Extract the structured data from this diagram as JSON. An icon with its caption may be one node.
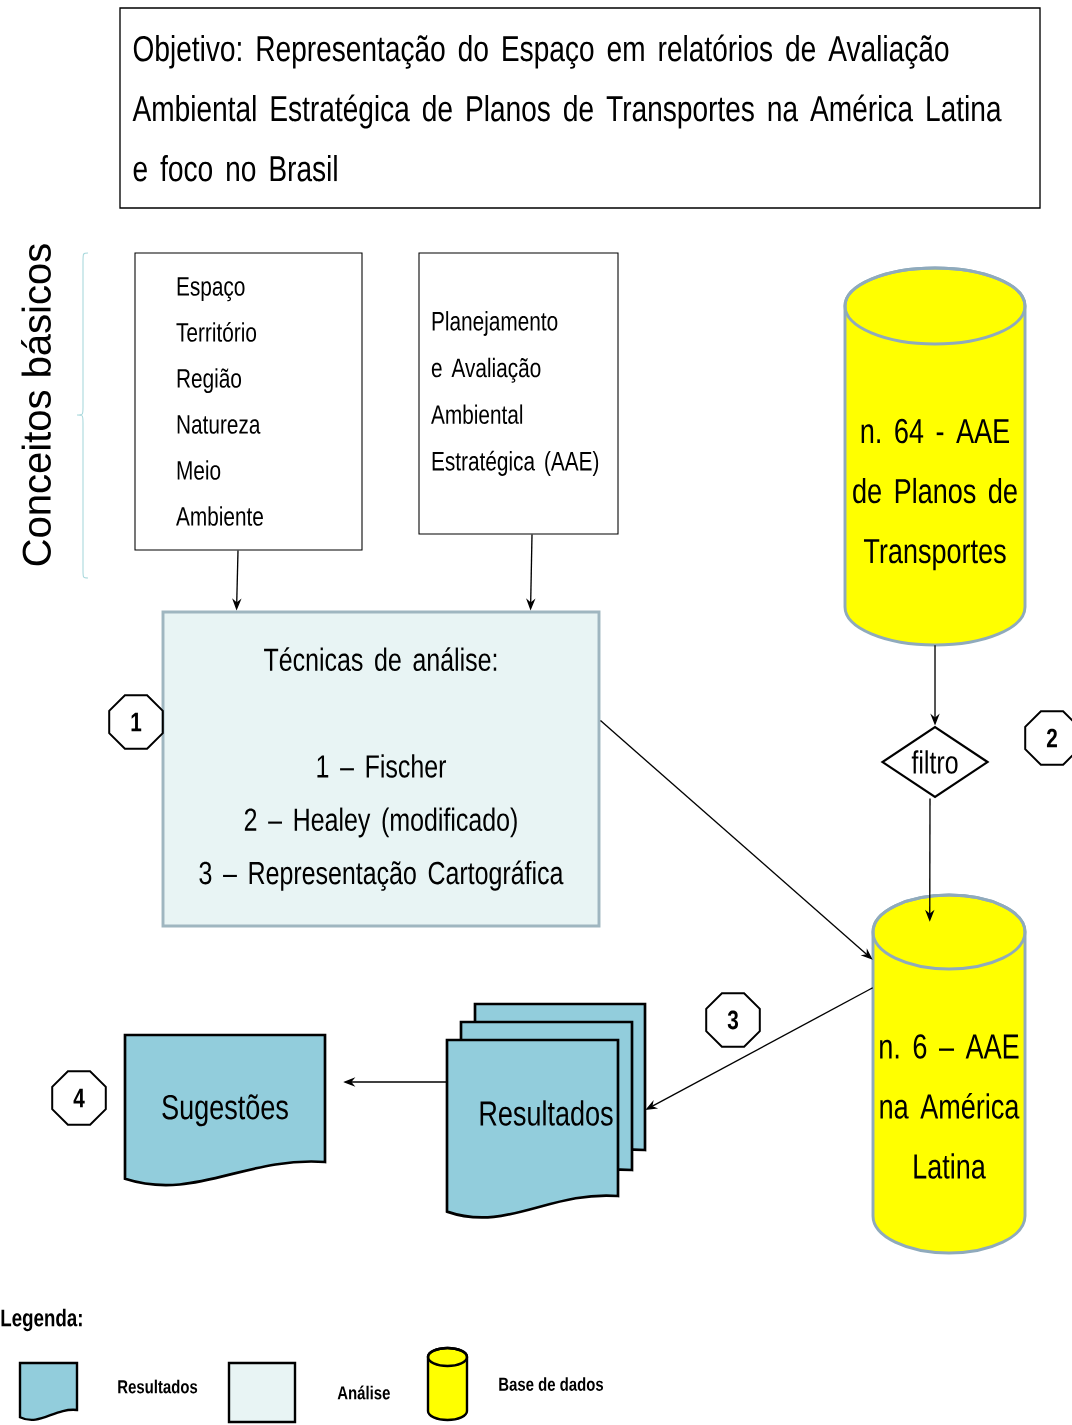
{
  "diagram": {
    "nodes": [
      {
        "text": [
          "Objetivo: Representação do Espaço em relatórios de Avaliação Ambiental Estratégica de Planos de Transportes na América Latina e foco no Brasil"
        ]
      },
      {
        "text": [
          "Espaço",
          "Território",
          "Região",
          "Natureza",
          "Meio",
          "Ambiente"
        ]
      },
      {
        "text": [
          "Planejamento e Avaliação Ambiental Estratégica (AAE)"
        ]
      },
      {
        "text": [
          "Técnicas de análise:",
          "1 – Fischer",
          "2 – Healey (modificado)",
          "3 – Representação Cartográfica"
        ]
      },
      {
        "text": [
          "n. 64 - AAE de Planos de Transportes"
        ]
      },
      {
        "text": [
          "filtro"
        ]
      },
      {
        "text": [
          "n. 6 – AAE na América Latina"
        ]
      },
      {
        "text": [
          "Resultados"
        ]
      },
      {
        "text": [
          "Sugestões"
        ]
      },
      {
        "text": [
          "1"
        ]
      },
      {
        "text": [
          "2"
        ]
      },
      {
        "text": [
          "3"
        ]
      },
      {
        "text": [
          "4"
        ]
      }
    ],
    "edges": [
      {
        "from": 1,
        "to": 3,
        "arrow": "to"
      },
      {
        "from": 2,
        "to": 3,
        "arrow": "to"
      },
      {
        "from": 4,
        "to": 5,
        "arrow": "to"
      },
      {
        "from": 5,
        "to": 6,
        "arrow": "to"
      },
      {
        "from": 3,
        "to": 6,
        "arrow": "to"
      },
      {
        "from": 6,
        "to": 7,
        "arrow": "to"
      },
      {
        "from": 7,
        "to": 8,
        "arrow": "to"
      }
    ],
    "labels": [
      "Conceitos básicos",
      "Legenda:"
    ],
    "legend": [
      {
        "text": "Resultados",
        "color": "#92cddc"
      },
      {
        "text": "Análise",
        "color": "#e8f4f4"
      },
      {
        "text": "Base de dados",
        "color": "#ffff00"
      }
    ]
  }
}
